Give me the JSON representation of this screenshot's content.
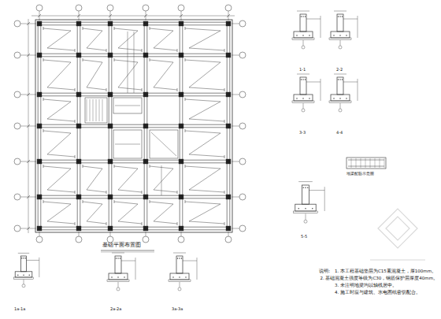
{
  "diagram": {
    "labels": [
      "基础平面布置图",
      "1-1",
      "2-2",
      "3-3",
      "4-4",
      "5-5",
      "1a-1a",
      "2a-2a",
      "3a-3a",
      "说明:",
      "1. 本工程基础垫层为C15素混凝土，厚100mm。",
      "2. 基础混凝土强度等级为C30，钢筋保护层厚度40mm。",
      "3. 未注明地梁均以轴线居中。",
      "4. 施工时应与建筑、水电图纸密切配合。",
      "地梁配筋示意图"
    ]
  }
}
